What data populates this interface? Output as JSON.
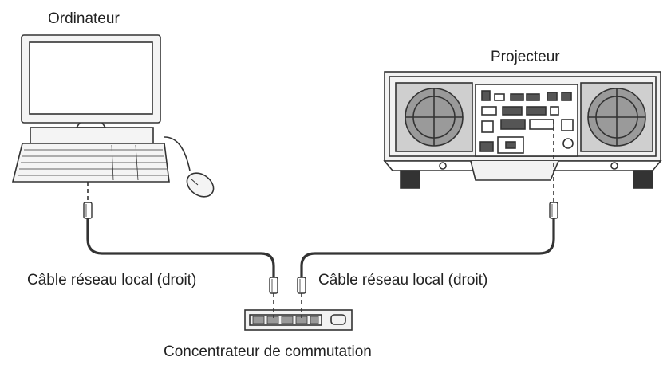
{
  "labels": {
    "computer": "Ordinateur",
    "projector": "Projecteur",
    "cable_left": "Câble réseau local (droit)",
    "cable_right": "Câble réseau local (droit)",
    "switch_hub": "Concentrateur de commutation"
  },
  "colors": {
    "line": "#333333",
    "fill_dark": "#555555",
    "fill_light": "#f2f2f2"
  }
}
